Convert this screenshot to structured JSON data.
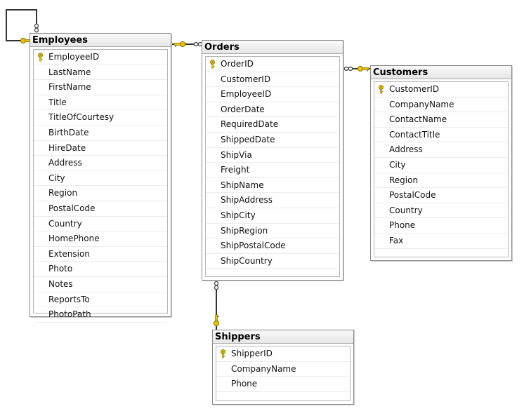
{
  "tables": [
    {
      "id": "employees",
      "title": "Employees",
      "columns": [
        "EmployeeID",
        "LastName",
        "FirstName",
        "Title",
        "TitleOfCourtesy",
        "BirthDate",
        "HireDate",
        "Address",
        "City",
        "Region",
        "PostalCode",
        "Country",
        "HomePhone",
        "Extension",
        "Photo",
        "Notes",
        "ReportsTo",
        "PhotoPath"
      ],
      "primary_key": "EmployeeID"
    },
    {
      "id": "orders",
      "title": "Orders",
      "columns": [
        "OrderID",
        "CustomerID",
        "EmployeeID",
        "OrderDate",
        "RequiredDate",
        "ShippedDate",
        "ShipVia",
        "Freight",
        "ShipName",
        "ShipAddress",
        "ShipCity",
        "ShipRegion",
        "ShipPostalCode",
        "ShipCountry"
      ],
      "primary_key": "OrderID"
    },
    {
      "id": "customers",
      "title": "Customers",
      "columns": [
        "CustomerID",
        "CompanyName",
        "ContactName",
        "ContactTitle",
        "Address",
        "City",
        "Region",
        "PostalCode",
        "Country",
        "Phone",
        "Fax"
      ],
      "primary_key": "CustomerID"
    },
    {
      "id": "shippers",
      "title": "Shippers",
      "columns": [
        "ShipperID",
        "CompanyName",
        "Phone"
      ],
      "primary_key": "ShipperID"
    }
  ],
  "relationships": [
    {
      "name": "employees-reports-to-self",
      "from": "employees",
      "to": "employees",
      "one_end": "employees",
      "many_end": "employees"
    },
    {
      "name": "employees-to-orders",
      "from": "employees",
      "to": "orders",
      "one_end": "employees",
      "many_end": "orders"
    },
    {
      "name": "customers-to-orders",
      "from": "customers",
      "to": "orders",
      "one_end": "customers",
      "many_end": "orders"
    },
    {
      "name": "shippers-to-orders",
      "from": "shippers",
      "to": "orders",
      "one_end": "shippers",
      "many_end": "orders"
    }
  ],
  "colors": {
    "key_gold": "#e8c400",
    "key_outline": "#8a6d00",
    "line": "#333333"
  }
}
